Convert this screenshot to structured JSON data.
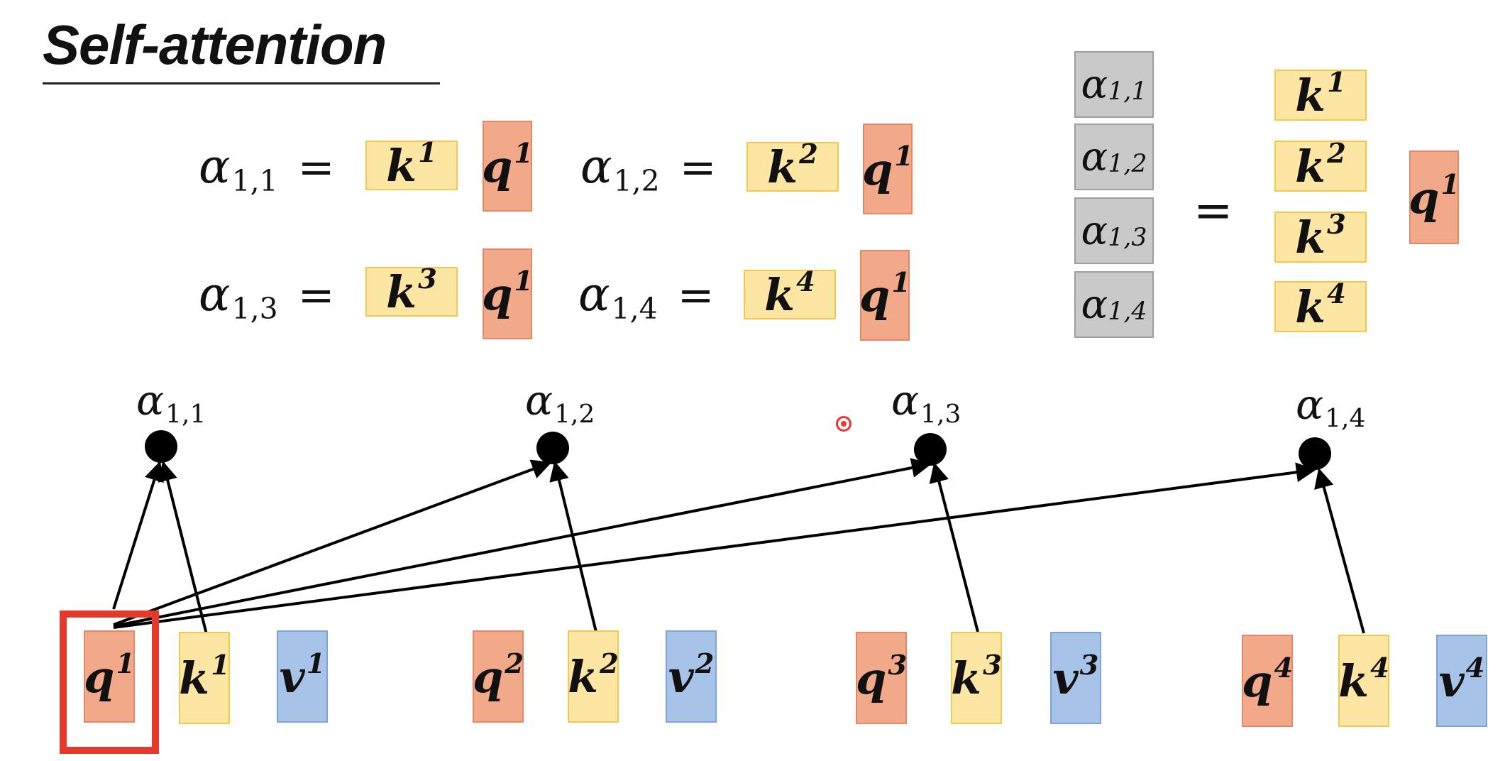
{
  "title": "Self-attention",
  "alpha_base": "α",
  "subscripts": [
    "1,1",
    "1,2",
    "1,3",
    "1,4"
  ],
  "equals": "=",
  "symbols": {
    "q": "q",
    "k": "k",
    "v": "v",
    "sup": [
      "1",
      "2",
      "3",
      "4"
    ]
  },
  "colors": {
    "query": "#f1a98a",
    "key": "#fde5a4",
    "value": "#a8c3e8",
    "attention_score": "#c9c9c9",
    "highlight": "#e53a2b"
  }
}
